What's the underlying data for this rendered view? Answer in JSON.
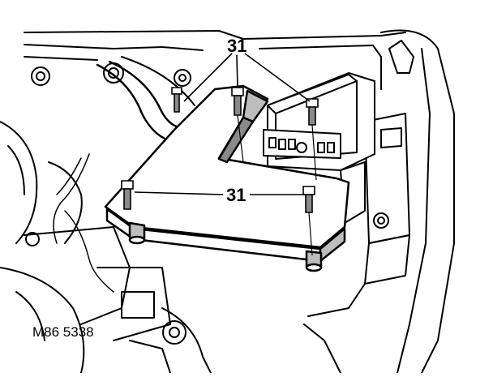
{
  "callouts": {
    "top_label": "31",
    "middle_label": "31"
  },
  "figure": {
    "reference_code": "M86 5338"
  },
  "colors": {
    "ink": "#000000",
    "paper": "#ffffff",
    "shade": "#bdbdbd",
    "dark_shade": "#8a8a8a"
  }
}
